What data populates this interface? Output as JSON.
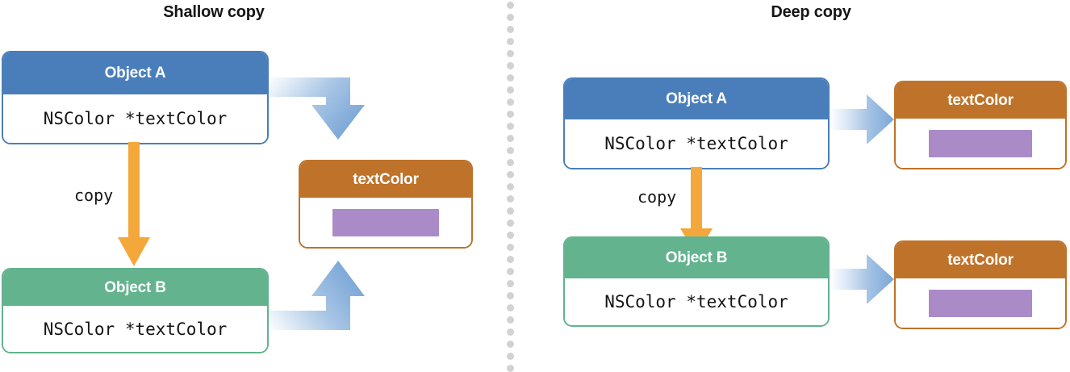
{
  "panels": [
    {
      "title": "Shallow copy"
    },
    {
      "title": "Deep copy"
    }
  ],
  "labels": {
    "object_a": "Object A",
    "object_b": "Object B",
    "text_color": "textColor",
    "member": "NSColor *textColor",
    "copy": "copy"
  },
  "colors": {
    "blue_header": "#4a7ebb",
    "green_header": "#62b38e",
    "orange_header": "#bf7229",
    "purple_swatch": "#ab8ac8",
    "arrow_blue": "#7ba7d7",
    "arrow_orange": "#f4a83c",
    "divider_dot": "#d2d2d2",
    "text_dark": "#151515",
    "box_white": "#ffffff"
  },
  "shallow": {
    "object_a": {
      "title": "Object A",
      "member": "NSColor *textColor"
    },
    "object_b": {
      "title": "Object B",
      "member": "NSColor *textColor"
    },
    "text_color_box": {
      "title": "textColor",
      "swatch": "#ab8ac8"
    },
    "copy_label": "copy",
    "arrows": [
      {
        "name": "a-to-textcolor",
        "kind": "elbow-right-down",
        "color": "#7ba7d7"
      },
      {
        "name": "b-to-textcolor",
        "kind": "elbow-right-up",
        "color": "#7ba7d7"
      },
      {
        "name": "a-copy-b",
        "kind": "straight-down",
        "color": "#f4a83c"
      }
    ]
  },
  "deep": {
    "object_a": {
      "title": "Object A",
      "member": "NSColor *textColor"
    },
    "object_b": {
      "title": "Object B",
      "member": "NSColor *textColor"
    },
    "text_color_box_a": {
      "title": "textColor",
      "swatch": "#ab8ac8"
    },
    "text_color_box_b": {
      "title": "textColor",
      "swatch": "#ab8ac8"
    },
    "copy_label": "copy",
    "arrows": [
      {
        "name": "a-to-textcolor-a",
        "kind": "straight-right",
        "color": "#7ba7d7"
      },
      {
        "name": "b-to-textcolor-b",
        "kind": "straight-right",
        "color": "#7ba7d7"
      },
      {
        "name": "a-copy-b",
        "kind": "straight-down",
        "color": "#f4a83c"
      }
    ]
  }
}
